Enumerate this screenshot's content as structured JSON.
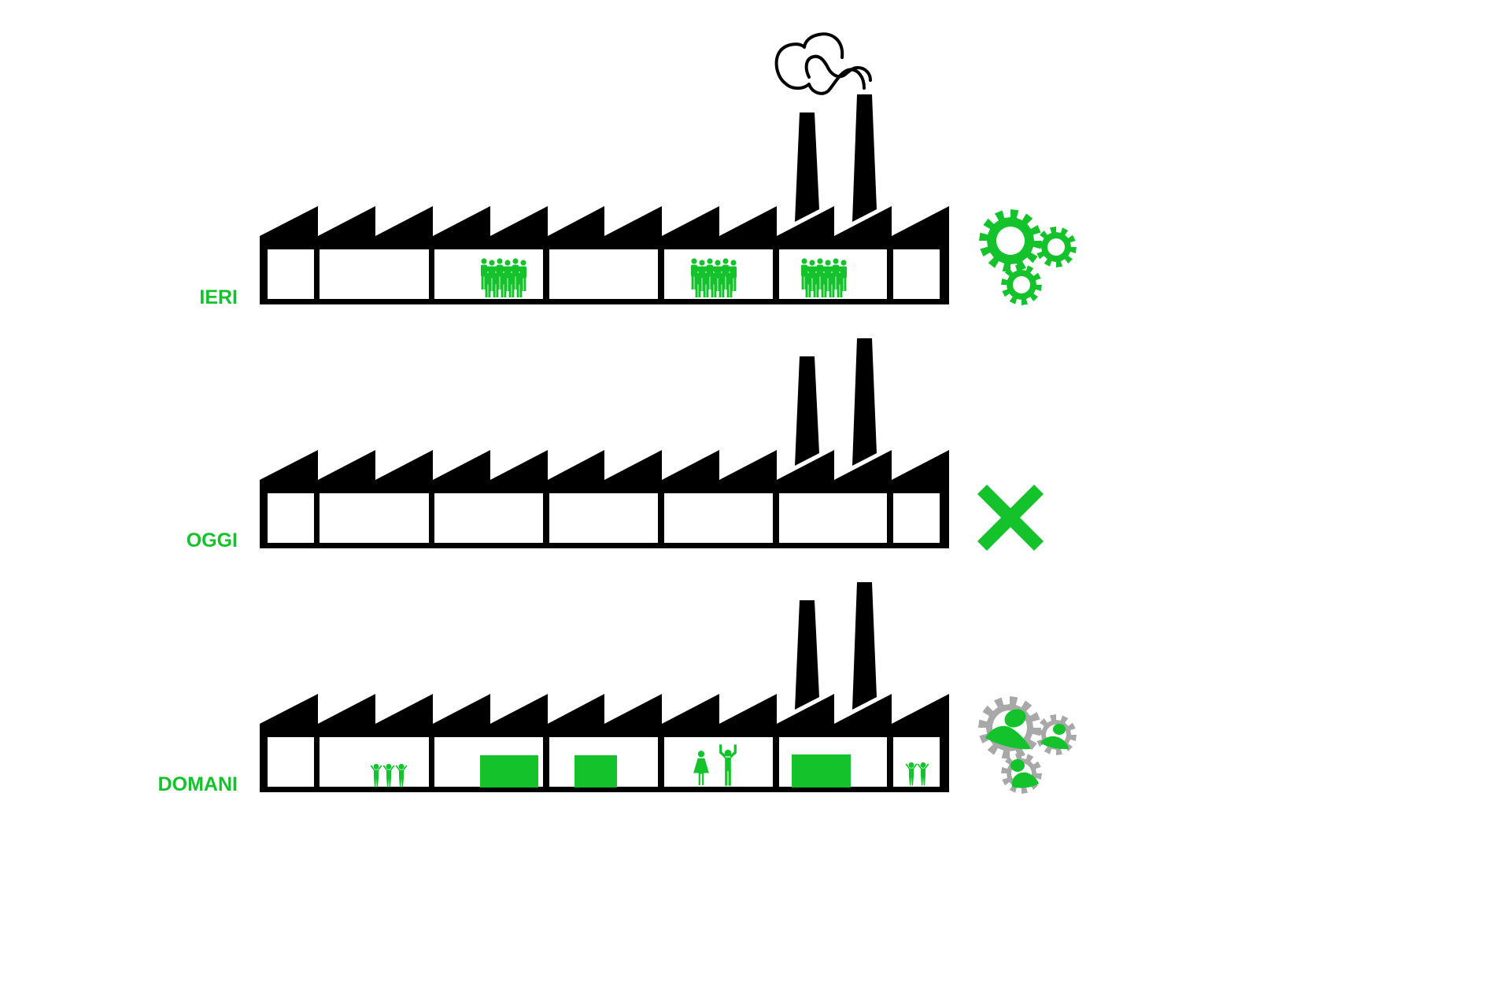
{
  "colors": {
    "green": "#14c32c",
    "black": "#000000",
    "gray": "#a8a8a8",
    "white": "#ffffff"
  },
  "rows": [
    {
      "label": "IERI",
      "state": "working-factory-with-smoke",
      "status_icon": "gears-icon"
    },
    {
      "label": "OGGI",
      "state": "empty-factory",
      "status_icon": "cross-icon"
    },
    {
      "label": "DOMANI",
      "state": "reused-factory",
      "status_icon": "people-in-gears-icon"
    }
  ]
}
